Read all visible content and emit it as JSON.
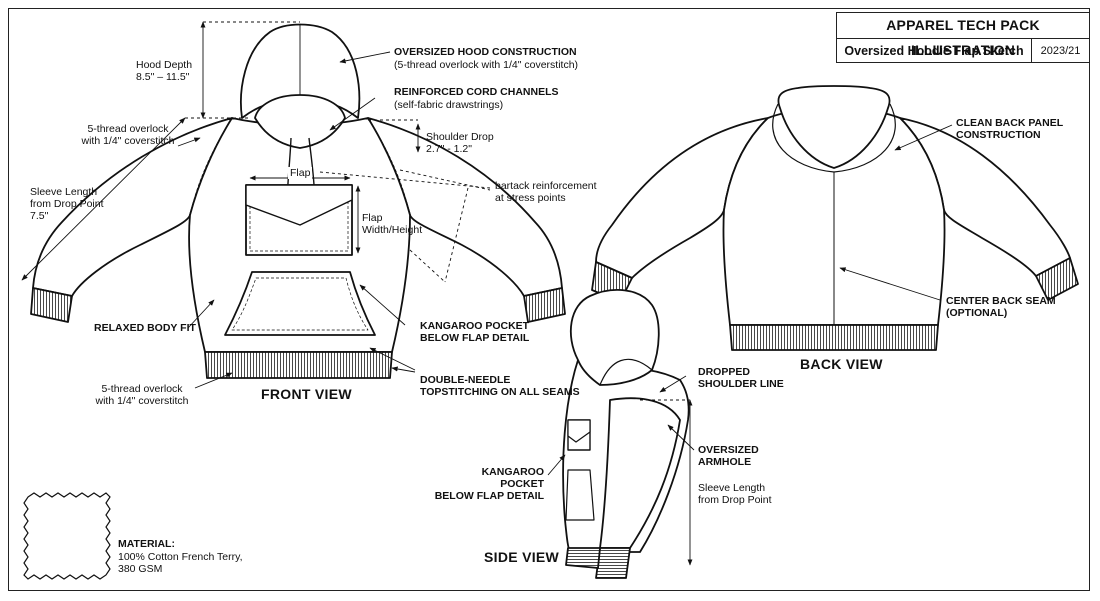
{
  "header": {
    "title": "APPAREL TECH PACK ILLUSTRATION",
    "subtitle": "Oversized Hoodie Flap Sketch",
    "date": "2023/21"
  },
  "measurements": {
    "hood_depth": "Hood Depth\n8.5\" – 11.5\"",
    "shoulder_drop": "Shoulder Drop\n2.7\" - 1.2\"",
    "sleeve_length": "Sleeve Length\nfrom Drop Point\n7.5\"",
    "flap": "Flap",
    "flap_wh": "Flap\nWidth/Height",
    "side_sleeve": "Sleeve Length\nfrom Drop Point"
  },
  "callouts": {
    "hood_title": "OVERSIZED HOOD CONSTRUCTION",
    "hood_note": "(5-thread overlock with 1/4\" coverstitch)",
    "cord_title": "REINFORCED CORD CHANNELS",
    "cord_note": "(self-fabric drawstrings)",
    "overlock_top": "5-thread overlock\nwith 1/4\" coverstitch",
    "bartack": "bartack reinforcement\nat stress points",
    "relaxed": "RELAXED BODY FIT",
    "kangaroo_front": "KANGAROO POCKET\nBELOW FLAP DETAIL",
    "double_needle": "DOUBLE-NEEDLE\nTOPSTITCHING ON ALL SEAMS",
    "overlock_bottom": "5-thread overlock\nwith 1/4\" coverstitch",
    "clean_back": "CLEAN BACK PANEL\nCONSTRUCTION",
    "center_back": "CENTER BACK SEAM\n(OPTIONAL)",
    "dropped_shoulder": "DROPPED\nSHOULDER LINE",
    "oversized_armhole": "OVERSIZED\nARMHOLE",
    "kangaroo_side": "KANGAROO\nPOCKET\nBELOW FLAP DETAIL"
  },
  "views": {
    "front": "FRONT VIEW",
    "back": "BACK VIEW",
    "side": "SIDE VIEW"
  },
  "material": {
    "heading": "MATERIAL:",
    "text": "100% Cotton French Terry,\n380 GSM"
  }
}
